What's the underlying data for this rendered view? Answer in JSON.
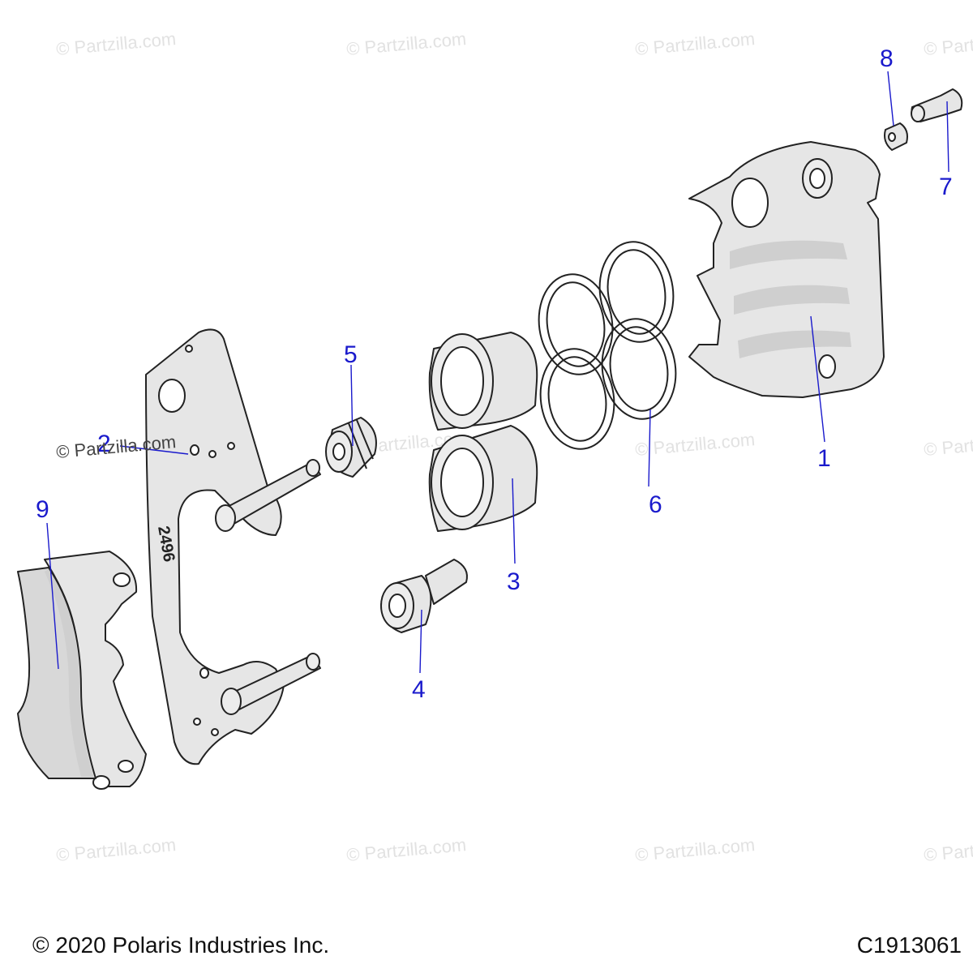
{
  "watermark": "© Partzilla.com",
  "labels": [
    "1",
    "2",
    "3",
    "4",
    "5",
    "6",
    "7",
    "8",
    "9"
  ],
  "stamp_number": "2496",
  "copyright": "© 2020 Polaris Industries Inc.",
  "drawing_code": "C1913061",
  "colors": {
    "callout": "#1a1acc",
    "watermark": "#e2e2e2",
    "part_fill": "#e6e6e6",
    "outline": "#222222"
  }
}
